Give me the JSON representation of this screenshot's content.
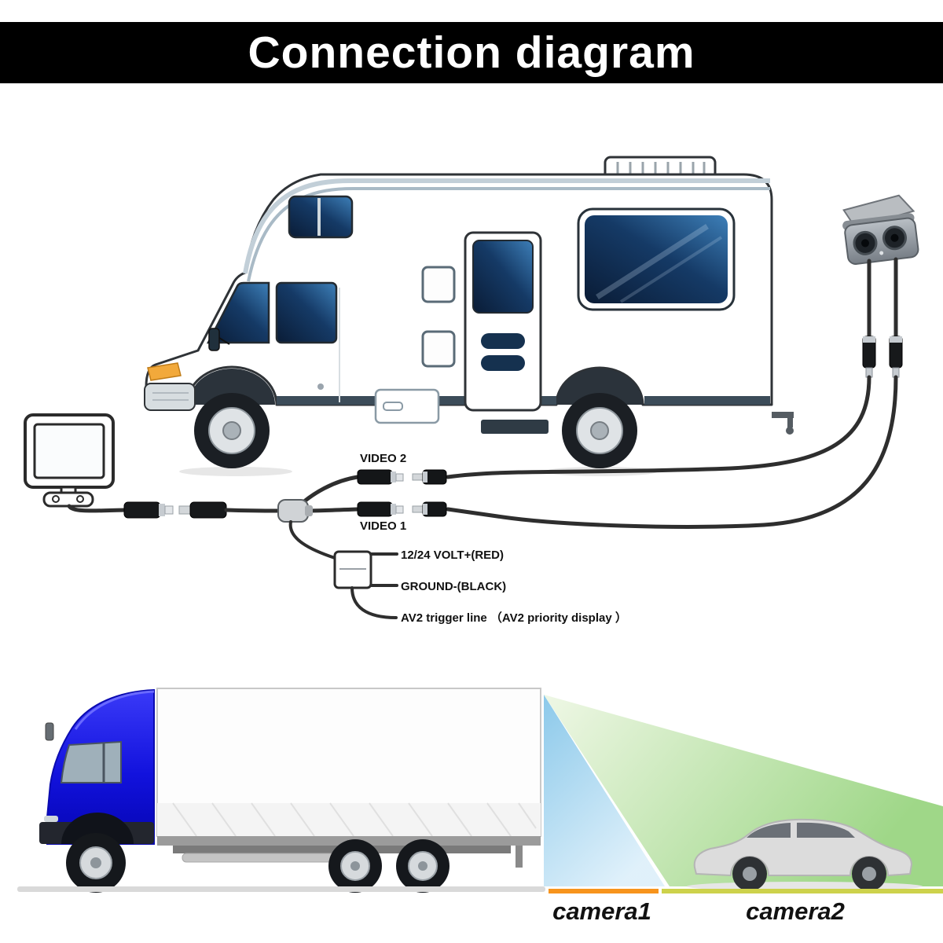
{
  "header": {
    "title": "Connection diagram"
  },
  "diagram": {
    "labels": {
      "video2": "VIDEO 2",
      "video1": "VIDEO 1",
      "power": "12/24 VOLT+(RED)",
      "ground": "GROUND-(BLACK)",
      "trigger": "AV2 trigger line （AV2 priority display ）"
    }
  },
  "scene": {
    "camera1_label": "camera1",
    "camera2_label": "camera2"
  },
  "colors": {
    "header_bg": "#000000",
    "header_text": "#ffffff",
    "label_text": "#111111",
    "wire": "#2e2e2e",
    "truck_cab_blue": "#1515dd",
    "camera1_line": "#f7941d",
    "camera2_line": "#cdd24b",
    "cone_blue": "#8fc8ea",
    "cone_green": "#8ed073",
    "window_glass": "#123a66"
  }
}
